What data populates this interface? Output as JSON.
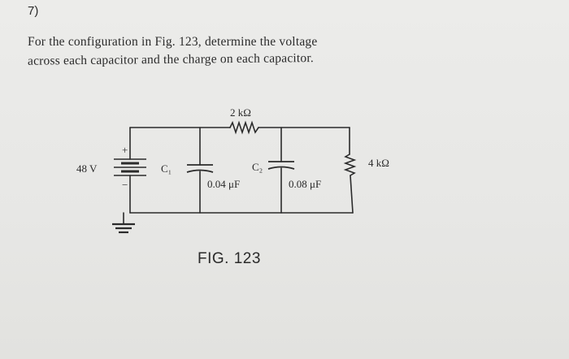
{
  "problem": {
    "number": "7)",
    "line1": "For the configuration in Fig. 123, determine the voltage",
    "line2": "across each capacitor and the charge on each capacitor."
  },
  "circuit": {
    "source_voltage": "48 V",
    "plus_sign": "+",
    "minus_sign": "−",
    "resistor_top": "2 kΩ",
    "resistor_right": "4 kΩ",
    "cap1_name": "C₁",
    "cap2_name": "C₂",
    "cap1_value": "0.04 μF",
    "cap2_value": "0.08 μF"
  },
  "caption": "FIG. 123"
}
